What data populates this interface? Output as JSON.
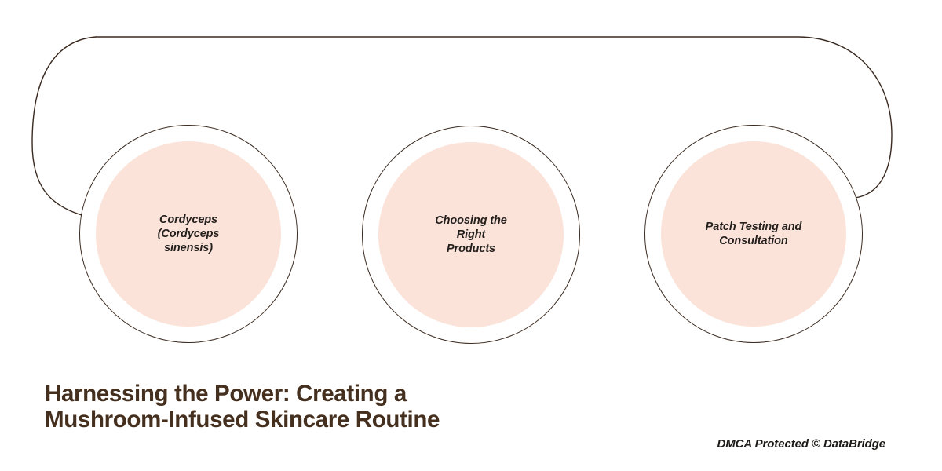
{
  "diagram": {
    "title": "Harnessing the Power: Creating a\nMushroom-Infused Skincare Routine",
    "credit": "DMCA Protected © DataBridge",
    "colors": {
      "background": "#ffffff",
      "node_fill": "#fbe3da",
      "outline": "#3a2a20",
      "title_text": "#45301f",
      "node_text": "#231f1c",
      "credit_text": "#1c1a18"
    },
    "backdrop": {
      "shape_name": "rounded-track-outline",
      "stroke": "#3a2a20"
    },
    "nodes": [
      {
        "id": "node-1",
        "label": "Cordyceps\n(Cordyceps\nsinensis)"
      },
      {
        "id": "node-2",
        "label": "Choosing the\nRight\nProducts"
      },
      {
        "id": "node-3",
        "label": "Patch Testing and\nConsultation"
      }
    ]
  }
}
